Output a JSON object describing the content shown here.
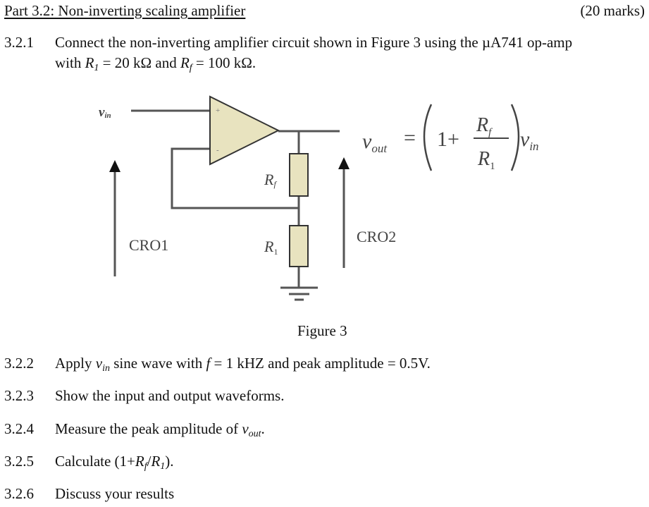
{
  "header": {
    "title": "Part 3.2: Non-inverting scaling amplifier",
    "marks": "(20 marks)"
  },
  "tasks": [
    {
      "num": "3.2.1",
      "line1": "Connect the non-inverting amplifier circuit shown in Figure 3 using the µA741 op-amp",
      "line2_a": "with ",
      "r1_sym": "R",
      "r1_sub": "1",
      "line2_b": " = 20 kΩ and ",
      "rf_sym": "R",
      "rf_sub": "f",
      "line2_c": " = 100 kΩ."
    },
    {
      "num": "3.2.2",
      "a": "Apply ",
      "v": "v",
      "vsub": "in",
      "b": " sine wave with ",
      "f": "f",
      "c": " = 1 kHZ and peak amplitude = 0.5V."
    },
    {
      "num": "3.2.3",
      "text": "Show the input and output waveforms."
    },
    {
      "num": "3.2.4",
      "a": "Measure the peak amplitude of ",
      "v": "v",
      "vsub": "out",
      "b": "."
    },
    {
      "num": "3.2.5",
      "a": "Calculate (1+",
      "rf": "R",
      "rf_sub": "f",
      "slash": "/",
      "r1": "R",
      "r1_sub": "1",
      "b": ")."
    },
    {
      "num": "3.2.6",
      "text": "Discuss your results"
    }
  ],
  "figure": {
    "caption": "Figure 3",
    "labels": {
      "vin": "v",
      "vin_sub": "in",
      "rf": "R",
      "rf_sub": "f",
      "r1": "R",
      "r1_sub": "1",
      "cro1": "CRO1",
      "cro2": "CRO2",
      "plus": "+",
      "minus": "-"
    },
    "equation": {
      "lhs": "v",
      "lhs_sub": "out",
      "eq": "=",
      "one_plus": "1+",
      "num": "R",
      "num_sub": "f",
      "den": "R",
      "den_sub": "1",
      "rhs": "v",
      "rhs_sub": "in"
    },
    "colors": {
      "component_fill": "#e8e3bf",
      "wire": "#555555"
    }
  }
}
